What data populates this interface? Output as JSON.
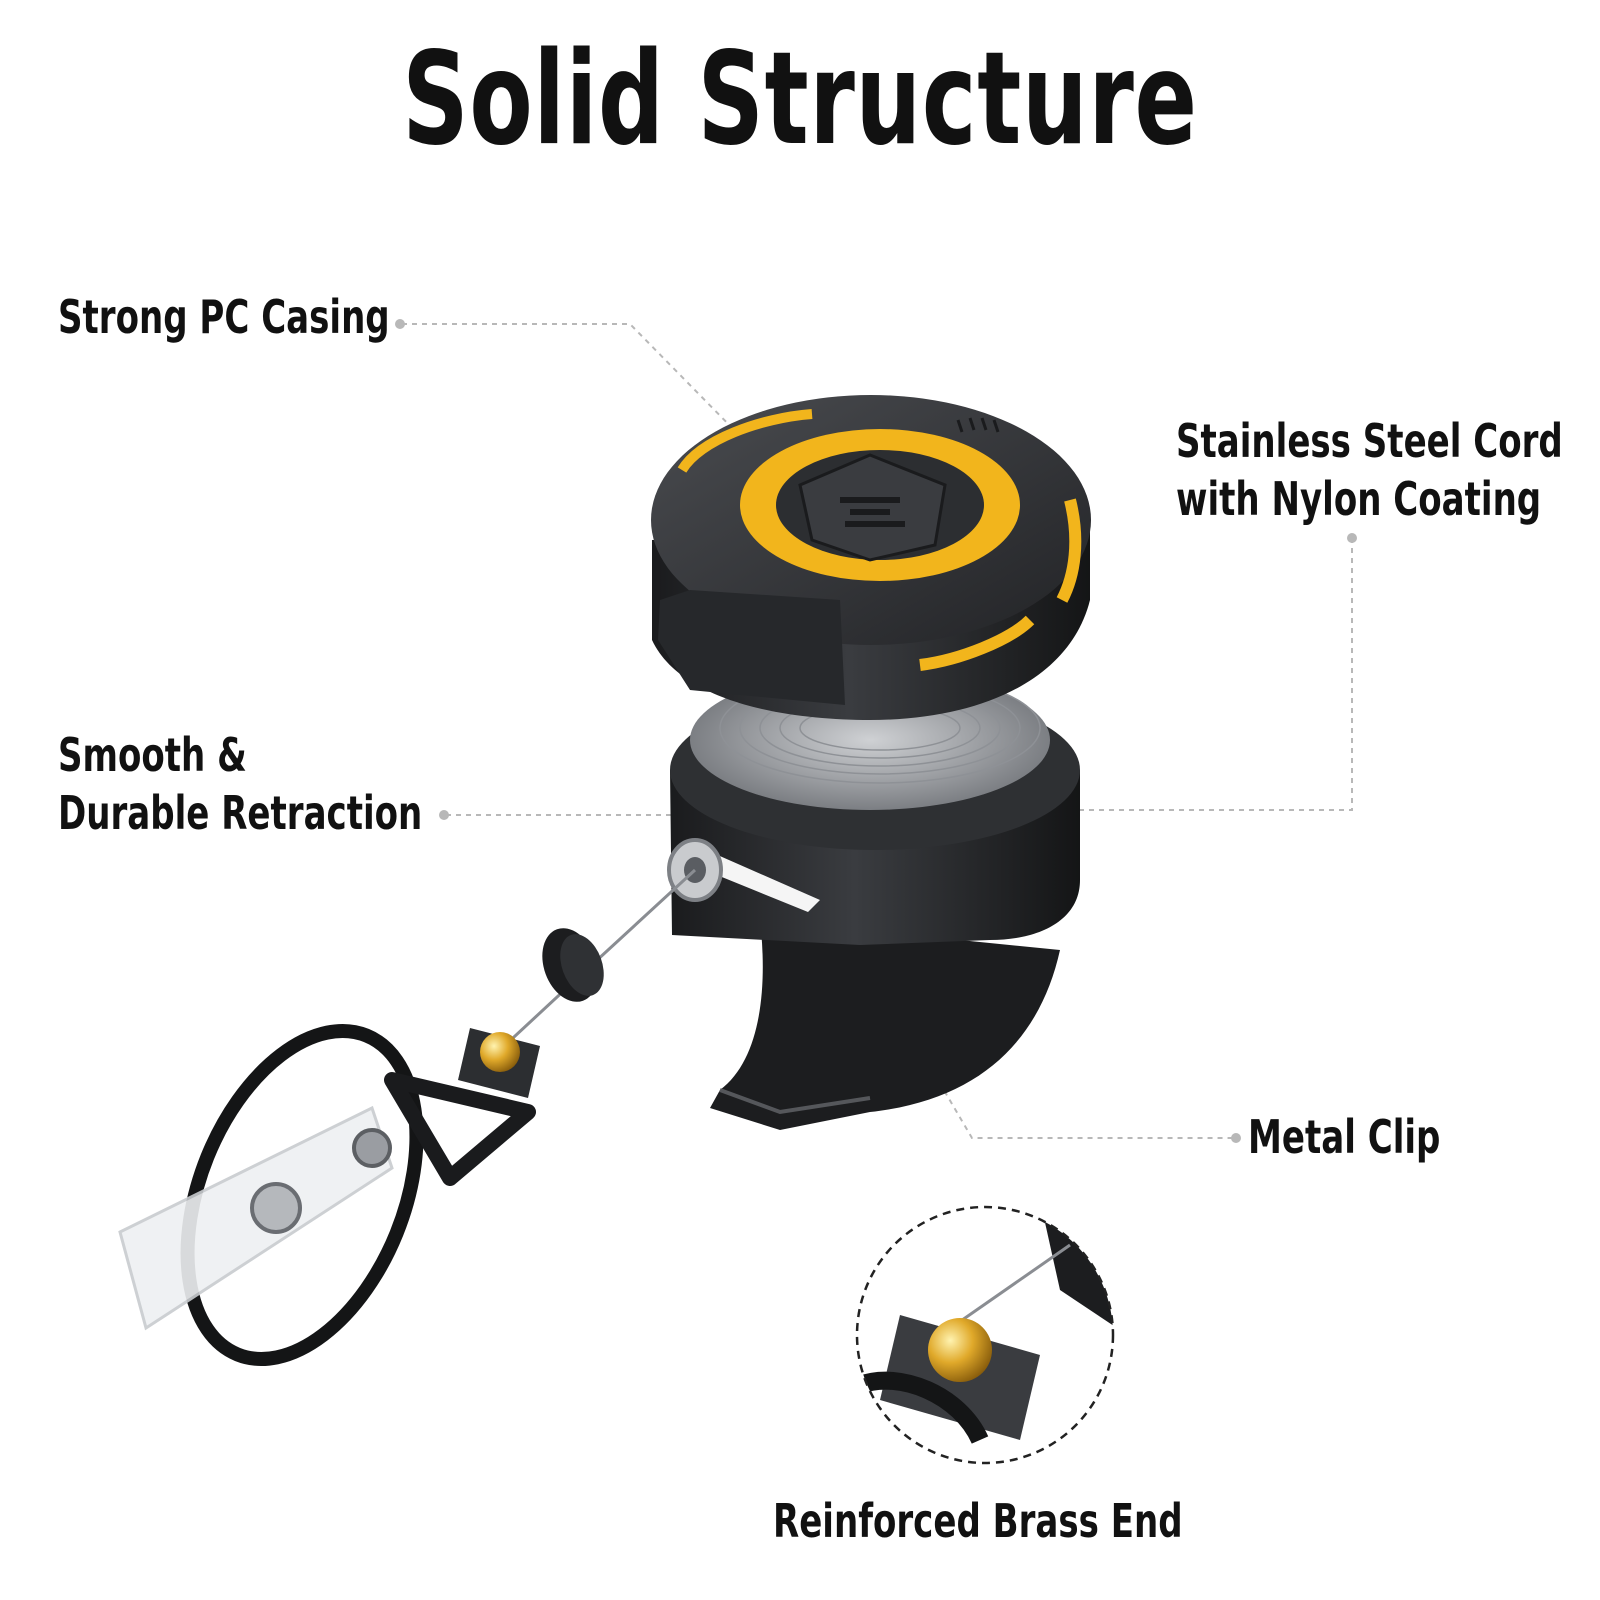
{
  "title": "Solid Structure",
  "callouts": {
    "casing": "Strong PC Casing",
    "cord_line1": "Stainless Steel Cord",
    "cord_line2": "with Nylon Coating",
    "retraction_line1": "Smooth &",
    "retraction_line2": "Durable Retraction",
    "clip": "Metal Clip",
    "brass_end": "Reinforced Brass End"
  },
  "colors": {
    "accent": "#f2b51c",
    "body": "#2b2d30",
    "leader": "#b8b8b8"
  }
}
